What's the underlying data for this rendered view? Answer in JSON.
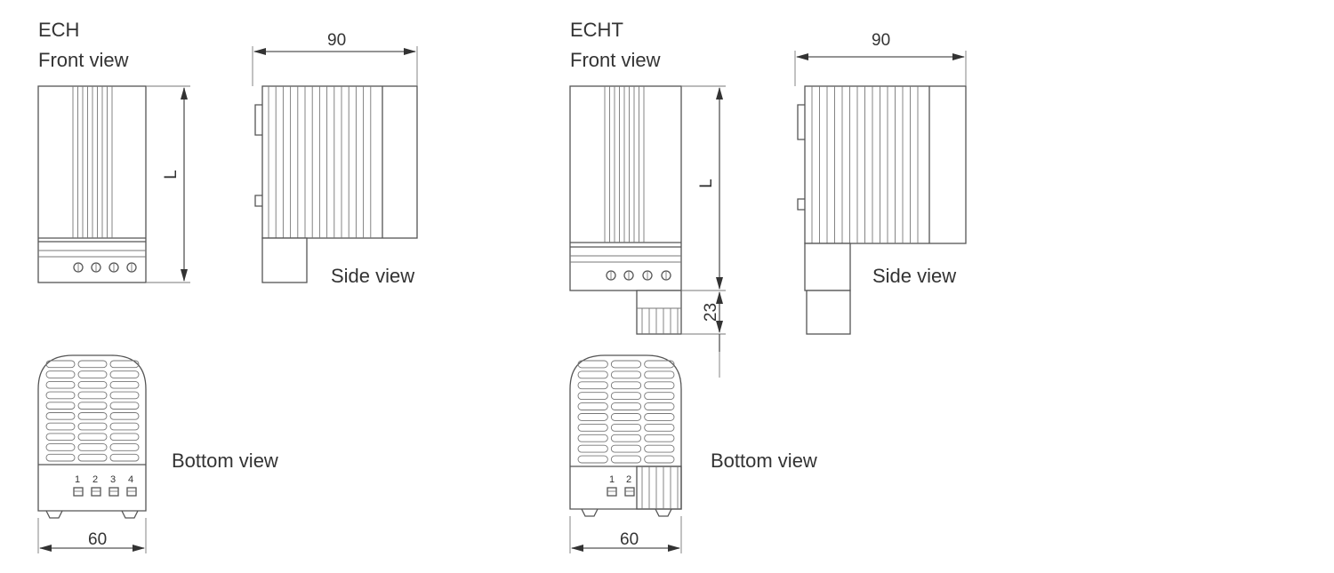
{
  "ech": {
    "title": "ECH",
    "front_label": "Front view",
    "side_label": "Side view",
    "bottom_label": "Bottom view",
    "dim_width_side": "90",
    "dim_height": "L",
    "dim_width_bottom": "60",
    "terminals": [
      "1",
      "2",
      "3",
      "4"
    ]
  },
  "echt": {
    "title": "ECHT",
    "front_label": "Front view",
    "side_label": "Side view",
    "bottom_label": "Bottom view",
    "dim_width_side": "90",
    "dim_height": "L",
    "dim_connector": "23",
    "dim_width_bottom": "60",
    "terminals": [
      "1",
      "2"
    ]
  }
}
